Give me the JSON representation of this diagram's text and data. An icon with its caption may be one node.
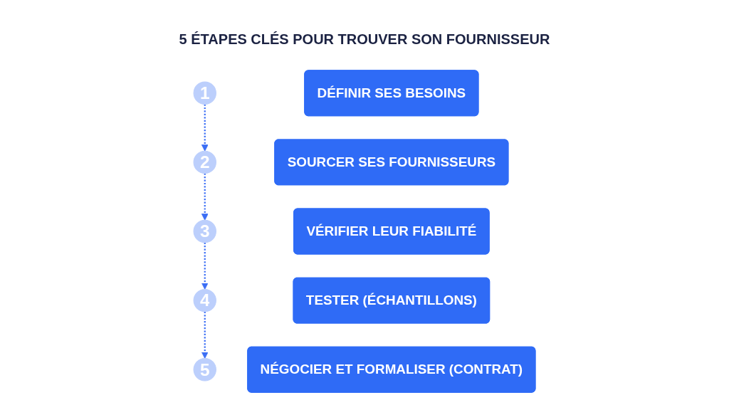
{
  "diagram": {
    "title": "5 ÉTAPES CLÉS POUR TROUVER SON FOURNISSEUR",
    "nodes": [
      {
        "text": [
          "1"
        ]
      },
      {
        "text": [
          "DÉFINIR SES BESOINS"
        ]
      },
      {
        "text": [
          "2"
        ]
      },
      {
        "text": [
          "SOURCER SES FOURNISSEURS"
        ]
      },
      {
        "text": [
          "3"
        ]
      },
      {
        "text": [
          "VÉRIFIER LEUR FIABILITÉ"
        ]
      },
      {
        "text": [
          "4"
        ]
      },
      {
        "text": [
          "TESTER (ÉCHANTILLONS)"
        ]
      },
      {
        "text": [
          "5"
        ]
      },
      {
        "text": [
          "NÉGOCIER ET FORMALISER (CONTRAT)"
        ]
      }
    ],
    "edges": [
      {
        "from": 0,
        "to": 2,
        "arrow": "to",
        "style": "dashed"
      },
      {
        "from": 2,
        "to": 4,
        "arrow": "to",
        "style": "dashed"
      },
      {
        "from": 4,
        "to": 6,
        "arrow": "to",
        "style": "dashed"
      },
      {
        "from": 6,
        "to": 8,
        "arrow": "to",
        "style": "dashed"
      }
    ]
  }
}
